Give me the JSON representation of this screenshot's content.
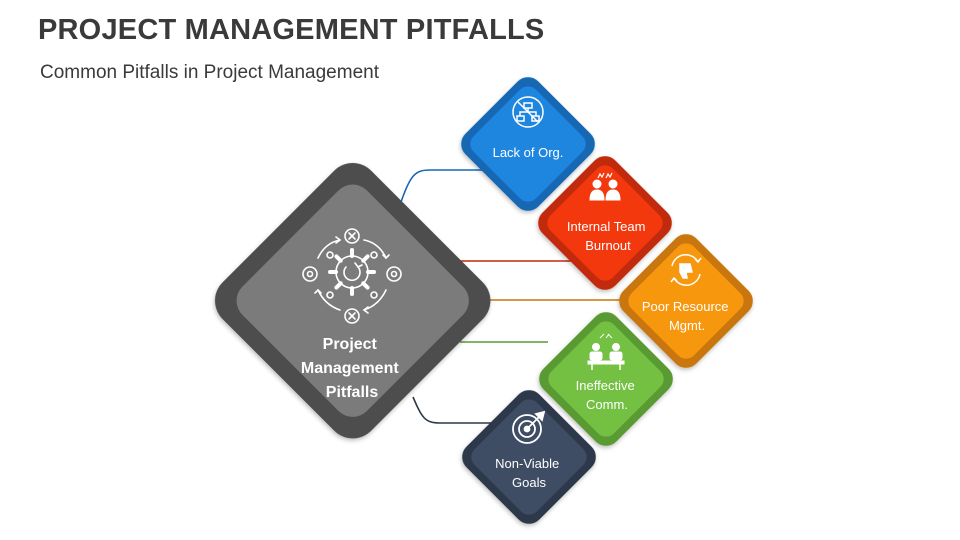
{
  "title": "PROJECT MANAGEMENT PITFALLS",
  "subtitle": "Common Pitfalls in Project Management",
  "center": {
    "lines": [
      "Project",
      "Management",
      "Pitfalls"
    ],
    "icon": "gear-cycle-icon"
  },
  "items": [
    {
      "lines": [
        "Lack of Org."
      ],
      "color": "#1f86e0",
      "dark": "#1668b5",
      "icon": "no-org-chart-icon"
    },
    {
      "lines": [
        "Internal Team",
        "Burnout"
      ],
      "color": "#f2380c",
      "dark": "#c22a08",
      "icon": "stressed-team-icon"
    },
    {
      "lines": [
        "Poor Resource",
        "Mgmt."
      ],
      "color": "#f7970e",
      "dark": "#c8760a",
      "icon": "thumbs-down-cycle-icon"
    },
    {
      "lines": [
        "Ineffective",
        "Comm."
      ],
      "color": "#74c043",
      "dark": "#5a9a32",
      "icon": "meeting-icon"
    },
    {
      "lines": [
        "Non-Viable",
        "Goals"
      ],
      "color": "#3e4d63",
      "dark": "#2d394b",
      "icon": "target-icon"
    }
  ]
}
